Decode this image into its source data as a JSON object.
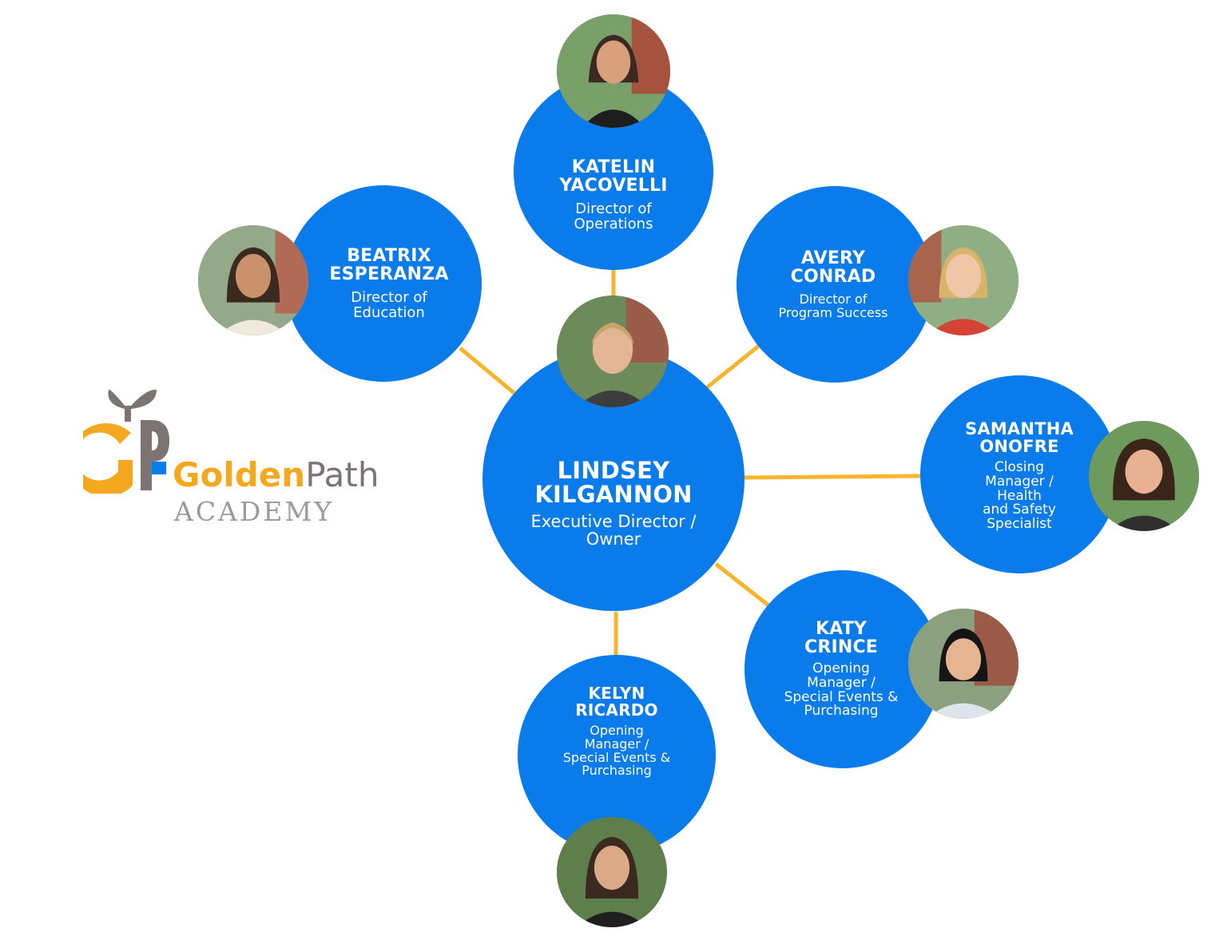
{
  "colors": {
    "node_fill": "#0a7bea",
    "connector": "#f7b52b",
    "text": "#ffffff",
    "logo_gold": "#f4a81d",
    "logo_gray": "#7b7472"
  },
  "logo": {
    "brand_part1": "Golden",
    "brand_part2": "Path",
    "subtitle": "ACADEMY",
    "icon": "sprout-letters-gp-icon"
  },
  "center": {
    "name": [
      "LINDSEY",
      "KILGANNON"
    ],
    "role": [
      "Executive Director /",
      "Owner"
    ]
  },
  "members": [
    {
      "id": "katelin-yacovelli",
      "name": [
        "KATELIN",
        "YACOVELLI"
      ],
      "role": [
        "Director of",
        "Operations"
      ]
    },
    {
      "id": "beatrix-esperanza",
      "name": [
        "BEATRIX",
        "ESPERANZA"
      ],
      "role": [
        "Director of",
        "Education"
      ]
    },
    {
      "id": "avery-conrad",
      "name": [
        "AVERY",
        "CONRAD"
      ],
      "role": [
        "Director of",
        "Program Success"
      ]
    },
    {
      "id": "samantha-onofre",
      "name": [
        "SAMANTHA",
        "ONOFRE"
      ],
      "role": [
        "Closing",
        "Manager /",
        "Health",
        "and Safety",
        "Specialist"
      ]
    },
    {
      "id": "katy-crince",
      "name": [
        "KATY",
        "CRINCE"
      ],
      "role": [
        "Opening",
        "Manager /",
        "Special Events &",
        "Purchasing"
      ]
    },
    {
      "id": "kelyn-ricardo",
      "name": [
        "KELYN",
        "RICARDO"
      ],
      "role": [
        "Opening",
        "Manager /",
        "Special Events &",
        "Purchasing"
      ]
    }
  ]
}
